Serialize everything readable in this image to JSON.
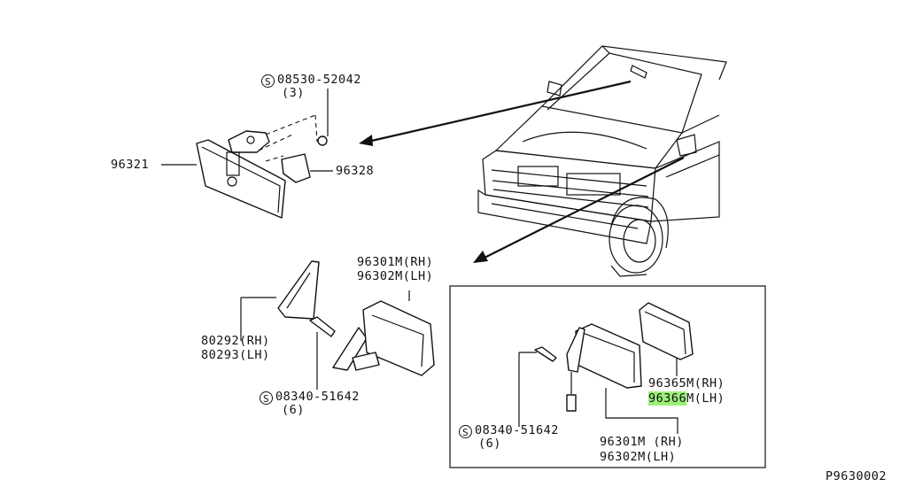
{
  "labels": {
    "bolt_top_code": "08530-52042",
    "bolt_top_qty": "(3)",
    "inner_mirror": "96321",
    "cover": "96328",
    "mirror_assy_rh": "96301M(RH)",
    "mirror_assy_lh": "96302M(LH)",
    "corner_rh": "80292(RH)",
    "corner_lh": "80293(LH)",
    "screw_left_code": "08340-51642",
    "screw_left_qty": "(6)",
    "glass_rh": "96365M(RH)",
    "glass_lh_num": "96366",
    "glass_lh_suffix": "M(LH)",
    "screw_box_code": "08340-51642",
    "screw_box_qty": "(6)",
    "box_assy_rh": "96301M (RH)",
    "box_assy_lh": "96302M(LH)",
    "diagram_code": "P9630002",
    "s_symbol": "S"
  },
  "highlight_color": "#9cf07a"
}
